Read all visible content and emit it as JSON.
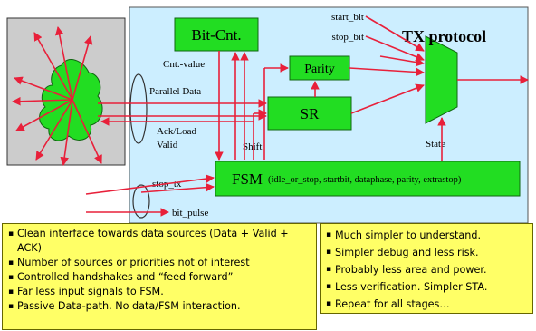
{
  "diagram": {
    "title": "TX protocol",
    "blocks": {
      "bit_cnt": "Bit-Cnt.",
      "parity": "Parity",
      "sr": "SR",
      "fsm": "FSM",
      "fsm_states": "(idle_or_stop, startbit, dataphase, parity, extrastop)"
    },
    "signals": {
      "start_bit": "start_bit",
      "stop_bit": "stop_bit",
      "cnt_value": "Cnt.-value",
      "parallel_data": "Parallel Data",
      "ack_load": "Ack/Load",
      "valid": "Valid",
      "shift": "Shift",
      "state": "State",
      "stop_tx": "stop_tx",
      "bit_pulse": "bit_pulse"
    },
    "colors": {
      "panel": "#cceeff",
      "block": "#22dd22",
      "arrow": "#e8203a",
      "left_panel": "#cccccc",
      "note": "#ffff66"
    }
  },
  "notes_left": [
    "Clean interface towards data sources (Data + Valid + ACK)",
    "Number of sources or priorities not of interest",
    "Controlled handshakes and “feed forward”",
    "Far less input signals to FSM.",
    "Passive Data-path.  No data/FSM interaction."
  ],
  "notes_right": [
    "Much simpler to understand.",
    "Simpler debug and less risk.",
    "Probably less area and power.",
    "Less verification. Simpler STA.",
    "Repeat for all stages…"
  ]
}
